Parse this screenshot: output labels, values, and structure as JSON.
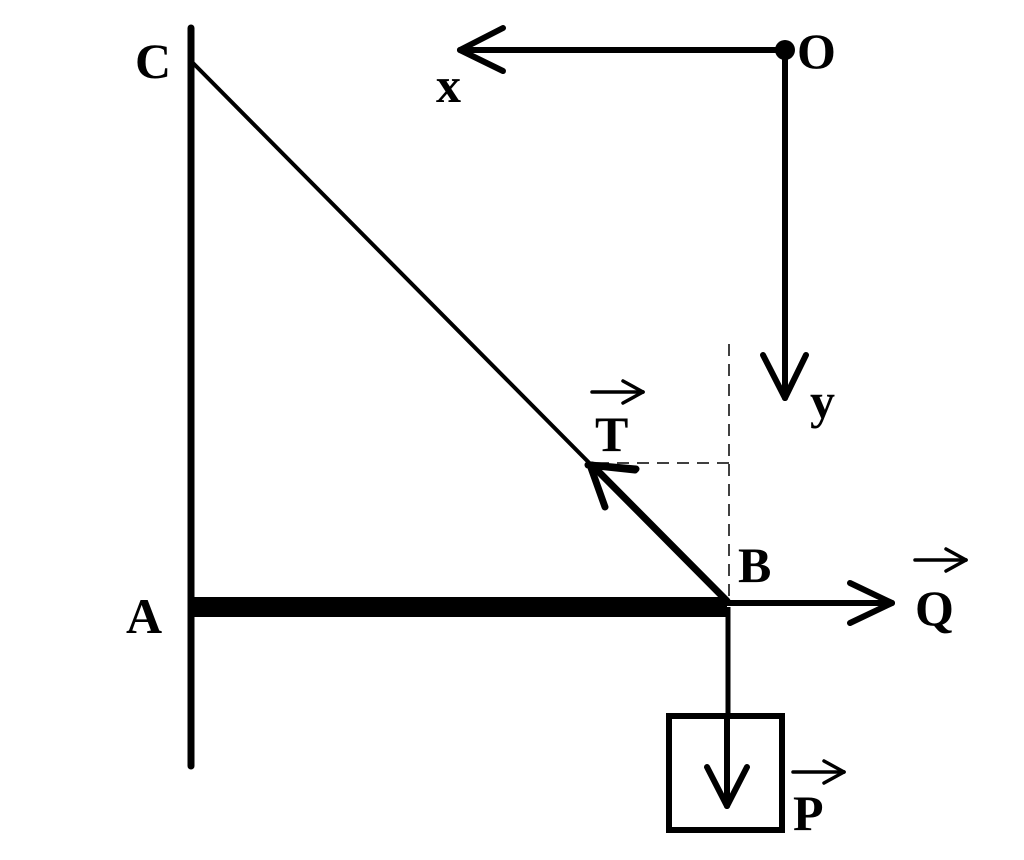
{
  "colors": {
    "stroke": "#000000",
    "background": "#ffffff"
  },
  "labels": {
    "point_c": "C",
    "point_a": "A",
    "point_b": "B",
    "origin": "O",
    "axis_x": "x",
    "axis_y": "y",
    "force_t": "T",
    "force_q": "Q",
    "force_p": "P"
  }
}
